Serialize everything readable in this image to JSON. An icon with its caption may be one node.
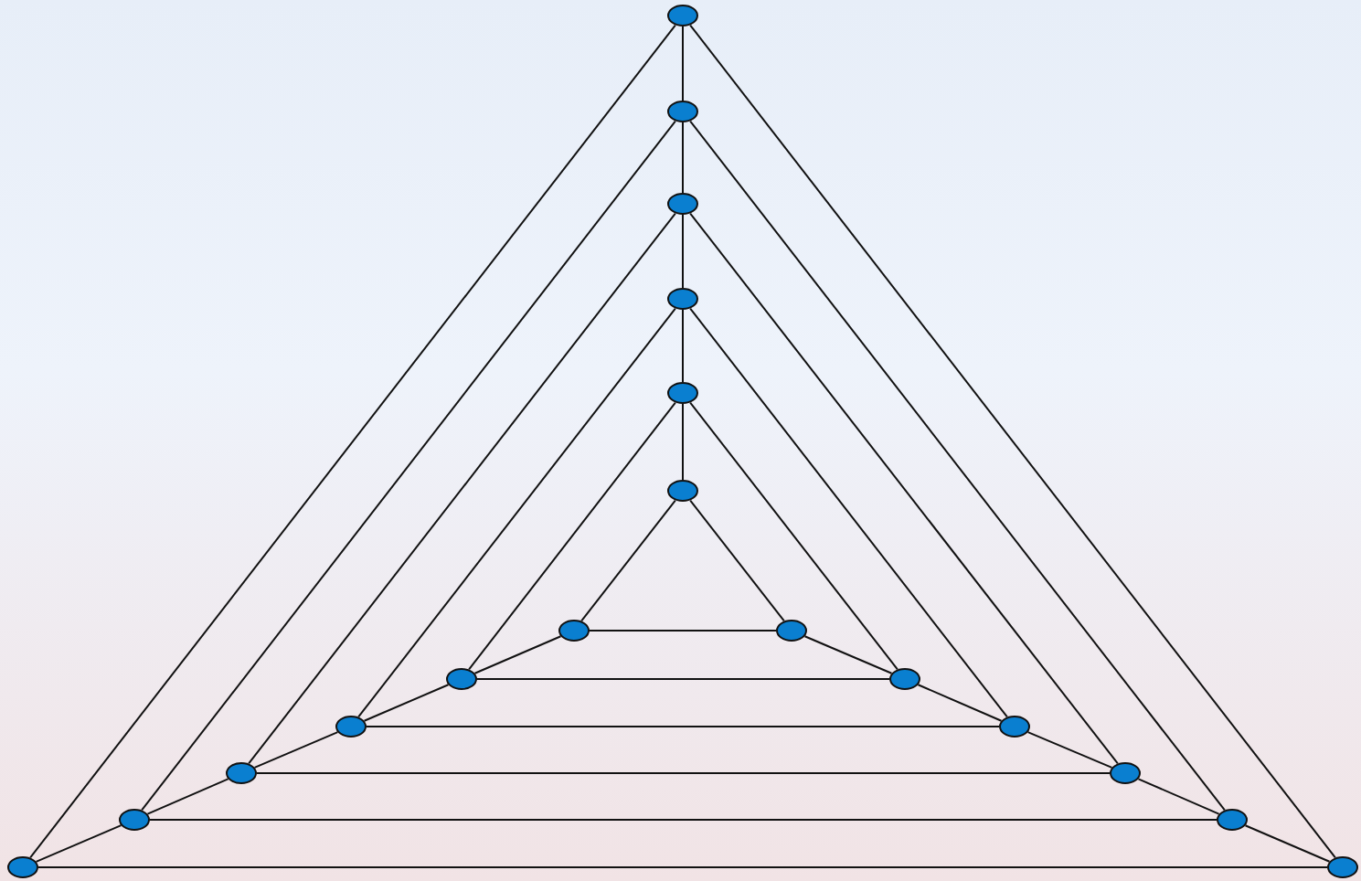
{
  "diagram": {
    "nodes": [
      {
        "text": [],
        "shape": "ellipse"
      },
      {
        "text": [],
        "shape": "ellipse"
      },
      {
        "text": [],
        "shape": "ellipse"
      },
      {
        "text": [],
        "shape": "ellipse"
      },
      {
        "text": [],
        "shape": "ellipse"
      },
      {
        "text": [],
        "shape": "ellipse"
      },
      {
        "text": [],
        "shape": "ellipse"
      },
      {
        "text": [],
        "shape": "ellipse"
      },
      {
        "text": [],
        "shape": "ellipse"
      },
      {
        "text": [],
        "shape": "ellipse"
      },
      {
        "text": [],
        "shape": "ellipse"
      },
      {
        "text": [],
        "shape": "ellipse"
      },
      {
        "text": [],
        "shape": "ellipse"
      },
      {
        "text": [],
        "shape": "ellipse"
      },
      {
        "text": [],
        "shape": "ellipse"
      },
      {
        "text": [],
        "shape": "ellipse"
      },
      {
        "text": [],
        "shape": "ellipse"
      },
      {
        "text": [],
        "shape": "ellipse"
      }
    ],
    "edges": [
      {
        "from": 0,
        "to": 16,
        "arrow": "none"
      },
      {
        "from": 0,
        "to": 17,
        "arrow": "none"
      },
      {
        "from": 16,
        "to": 17,
        "arrow": "none"
      },
      {
        "from": 1,
        "to": 14,
        "arrow": "none"
      },
      {
        "from": 1,
        "to": 15,
        "arrow": "none"
      },
      {
        "from": 14,
        "to": 15,
        "arrow": "none"
      },
      {
        "from": 2,
        "to": 12,
        "arrow": "none"
      },
      {
        "from": 2,
        "to": 13,
        "arrow": "none"
      },
      {
        "from": 12,
        "to": 13,
        "arrow": "none"
      },
      {
        "from": 3,
        "to": 10,
        "arrow": "none"
      },
      {
        "from": 3,
        "to": 11,
        "arrow": "none"
      },
      {
        "from": 10,
        "to": 11,
        "arrow": "none"
      },
      {
        "from": 4,
        "to": 8,
        "arrow": "none"
      },
      {
        "from": 4,
        "to": 9,
        "arrow": "none"
      },
      {
        "from": 8,
        "to": 9,
        "arrow": "none"
      },
      {
        "from": 5,
        "to": 6,
        "arrow": "none"
      },
      {
        "from": 5,
        "to": 7,
        "arrow": "none"
      },
      {
        "from": 6,
        "to": 7,
        "arrow": "none"
      },
      {
        "from": 0,
        "to": 1,
        "arrow": "none"
      },
      {
        "from": 1,
        "to": 2,
        "arrow": "none"
      },
      {
        "from": 2,
        "to": 3,
        "arrow": "none"
      },
      {
        "from": 3,
        "to": 4,
        "arrow": "none"
      },
      {
        "from": 4,
        "to": 5,
        "arrow": "none"
      },
      {
        "from": 16,
        "to": 14,
        "arrow": "none"
      },
      {
        "from": 14,
        "to": 12,
        "arrow": "none"
      },
      {
        "from": 12,
        "to": 10,
        "arrow": "none"
      },
      {
        "from": 10,
        "to": 8,
        "arrow": "none"
      },
      {
        "from": 8,
        "to": 6,
        "arrow": "none"
      },
      {
        "from": 17,
        "to": 15,
        "arrow": "none"
      },
      {
        "from": 15,
        "to": 13,
        "arrow": "none"
      },
      {
        "from": 13,
        "to": 11,
        "arrow": "none"
      },
      {
        "from": 11,
        "to": 9,
        "arrow": "none"
      },
      {
        "from": 9,
        "to": 7,
        "arrow": "none"
      }
    ]
  }
}
